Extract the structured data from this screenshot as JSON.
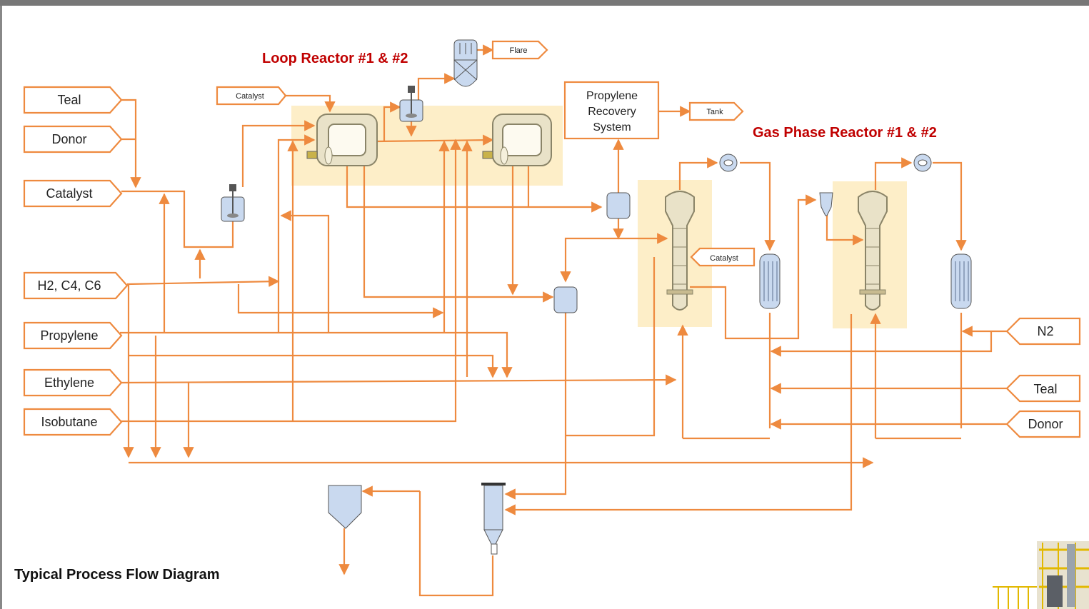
{
  "titles": {
    "loop_reactor": "Loop Reactor #1 & #2",
    "gas_phase_reactor": "Gas Phase Reactor #1 & #2",
    "caption": "Typical Process Flow Diagram"
  },
  "left_feeds": [
    "Teal",
    "Donor",
    "Catalyst",
    "H2, C4, C6",
    "Propylene",
    "Ethylene",
    "Isobutane"
  ],
  "right_feeds": [
    "N2",
    "Teal",
    "Donor"
  ],
  "small_tags": {
    "catalyst_top": "Catalyst",
    "flare": "Flare",
    "tank": "Tank",
    "catalyst_gpr": "Catalyst"
  },
  "recovery_box": [
    "Propylene",
    "Recovery",
    "System"
  ],
  "colors": {
    "flow_line": "#ee8a3f",
    "title": "#c00000",
    "highlight": "#fdeec8",
    "vessel_fill": "#c9d9ef",
    "reactor_fill": "#e9e2c8",
    "frame": "#777777"
  }
}
